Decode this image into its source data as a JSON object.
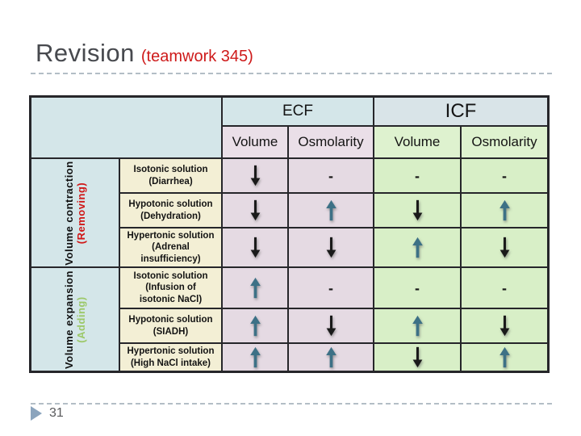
{
  "slide": {
    "title": "Revision",
    "title_annotation": "(teamwork 345)",
    "page_number": "31"
  },
  "colors": {
    "title": "#47494e",
    "title_annotation": "#ce1a1a",
    "up_arrow": "#3d7186",
    "down_arrow": "#1a1a1a",
    "removing_label": "#d01616",
    "adding_label": "#9cc868",
    "blue_cell": "#d4e6e9",
    "pink_cell": "#e5dae3",
    "green_cell": "#d8efc7",
    "cream_cell": "#f3efd5",
    "border": "#26262a"
  },
  "table": {
    "group_headers": {
      "ecf": "ECF",
      "icf": "ICF"
    },
    "sub_headers": [
      "Volume",
      "Osmolarity",
      "Volume",
      "Osmolarity"
    ],
    "dash_label": "-",
    "row_groups": [
      {
        "label": "Volume contraction",
        "sublabel": "(Removing)"
      },
      {
        "label": "Volume expansion",
        "sublabel": "(Adding)"
      }
    ],
    "rows": [
      {
        "solution": "Isotonic solution",
        "detail": "(Diarrhea)",
        "ecf_volume": "down",
        "ecf_osmolarity": "dash",
        "icf_volume": "dash",
        "icf_osmolarity": "dash"
      },
      {
        "solution": "Hypotonic solution",
        "detail": "(Dehydration)",
        "ecf_volume": "down",
        "ecf_osmolarity": "up",
        "icf_volume": "down",
        "icf_osmolarity": "up"
      },
      {
        "solution": "Hypertonic solution",
        "detail": "(Adrenal insufficiency)",
        "ecf_volume": "down",
        "ecf_osmolarity": "down",
        "icf_volume": "up",
        "icf_osmolarity": "down"
      },
      {
        "solution": "Isotonic solution",
        "detail": "(Infusion of isotonic NaCl)",
        "ecf_volume": "up",
        "ecf_osmolarity": "dash",
        "icf_volume": "dash",
        "icf_osmolarity": "dash"
      },
      {
        "solution": "Hypotonic solution",
        "detail": "(SIADH)",
        "ecf_volume": "up",
        "ecf_osmolarity": "down",
        "icf_volume": "up",
        "icf_osmolarity": "down"
      },
      {
        "solution": "Hypertonic solution",
        "detail": "(High NaCl intake)",
        "ecf_volume": "up",
        "ecf_osmolarity": "up",
        "icf_volume": "down",
        "icf_osmolarity": "up"
      }
    ]
  }
}
